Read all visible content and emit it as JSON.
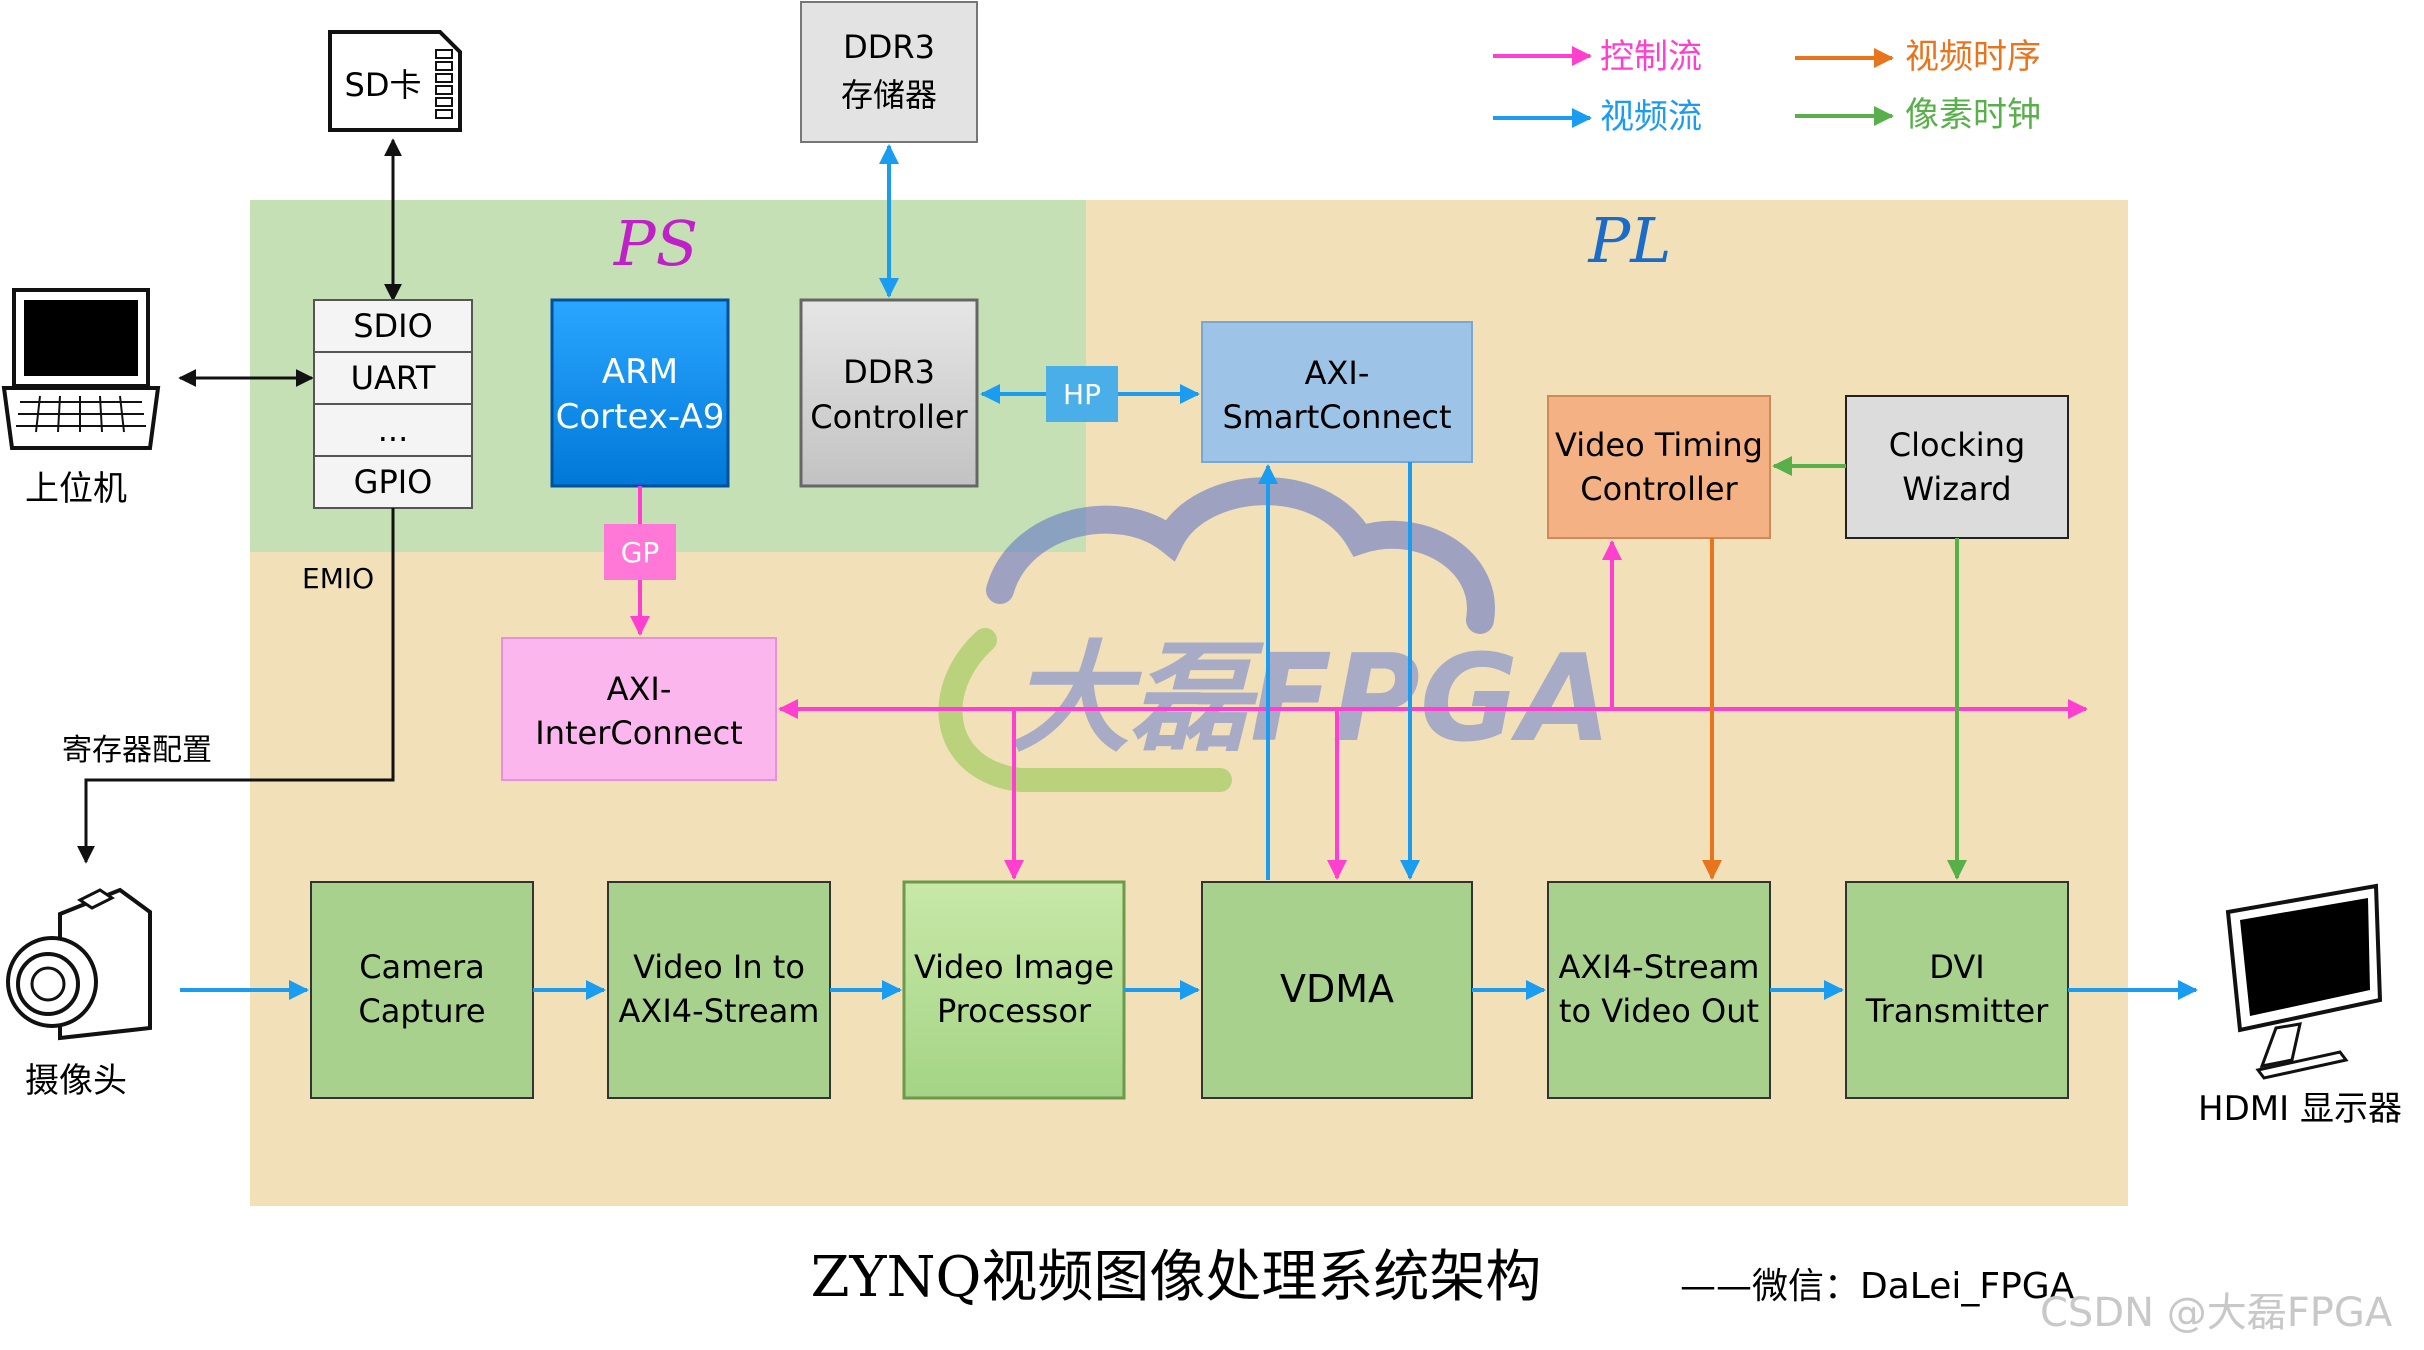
{
  "legend": {
    "control_flow": "控制流",
    "video_timing": "视频时序",
    "video_flow": "视频流",
    "pixel_clock": "像素时钟"
  },
  "regions": {
    "ps": "PS",
    "pl": "PL"
  },
  "external": {
    "sd_card": "SD卡",
    "host_pc": "上位机",
    "camera": "摄像头",
    "hdmi_display": "HDMI 显示器",
    "ddr3_memory_line1": "DDR3",
    "ddr3_memory_line2": "存储器"
  },
  "peripherals": {
    "sdio": "SDIO",
    "uart": "UART",
    "ellipsis": "...",
    "gpio": "GPIO",
    "emio": "EMIO",
    "register_config": "寄存器配置"
  },
  "blocks": {
    "arm_line1": "ARM",
    "arm_line2": "Cortex-A9",
    "ddr3_ctrl_line1": "DDR3",
    "ddr3_ctrl_line2": "Controller",
    "hp": "HP",
    "gp": "GP",
    "smartconnect_line1": "AXI-",
    "smartconnect_line2": "SmartConnect",
    "interconnect_line1": "AXI-",
    "interconnect_line2": "InterConnect",
    "vtc_line1": "Video Timing",
    "vtc_line2": "Controller",
    "clk_line1": "Clocking",
    "clk_line2": "Wizard",
    "cam_cap_line1": "Camera",
    "cam_cap_line2": "Capture",
    "vid_in_line1": "Video In to",
    "vid_in_line2": "AXI4-Stream",
    "vip_line1": "Video Image",
    "vip_line2": "Processor",
    "vdma": "VDMA",
    "stream_out_line1": "AXI4-Stream",
    "stream_out_line2": "to Video Out",
    "dvi_line1": "DVI",
    "dvi_line2": "Transmitter"
  },
  "footer": {
    "title": "ZYNQ视频图像处理系统架构",
    "credit": "——微信：DaLei_FPGA",
    "watermark": "CSDN @大磊FPGA"
  },
  "logo": {
    "text": "大磊FPGA"
  },
  "colors": {
    "control": "#ff3fd0",
    "video": "#1a9cf0",
    "timing": "#e8741e",
    "pixel_clock": "#58b04a",
    "ps_bg": "#c5e0b4",
    "pl_bg": "#f2e0b8",
    "green_block": "#a9d18e",
    "arm_blue": "#0a8ef0"
  }
}
